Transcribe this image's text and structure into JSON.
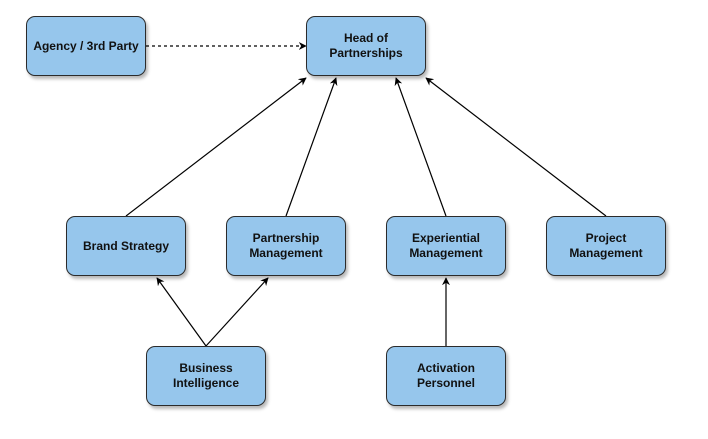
{
  "nodes": {
    "head": "Head of\nPartnerships",
    "agency": "Agency / 3rd Party",
    "brand": "Brand Strategy",
    "partnership": "Partnership\nManagement",
    "experiential": "Experiential\nManagement",
    "project": "Project Management",
    "bi": "Business\nIntelligence",
    "activation": "Activation\nPersonnel"
  },
  "edges": [
    {
      "from": "agency",
      "to": "head",
      "style": "dashed"
    },
    {
      "from": "brand",
      "to": "head",
      "style": "solid"
    },
    {
      "from": "partnership",
      "to": "head",
      "style": "solid"
    },
    {
      "from": "experiential",
      "to": "head",
      "style": "solid"
    },
    {
      "from": "project",
      "to": "head",
      "style": "solid"
    },
    {
      "from": "bi",
      "to": "brand",
      "style": "solid"
    },
    {
      "from": "bi",
      "to": "partnership",
      "style": "solid"
    },
    {
      "from": "activation",
      "to": "experiential",
      "style": "solid"
    }
  ],
  "colors": {
    "node_fill": "#96c6ec",
    "node_border": "#2b2b2b",
    "edge": "#000000"
  }
}
